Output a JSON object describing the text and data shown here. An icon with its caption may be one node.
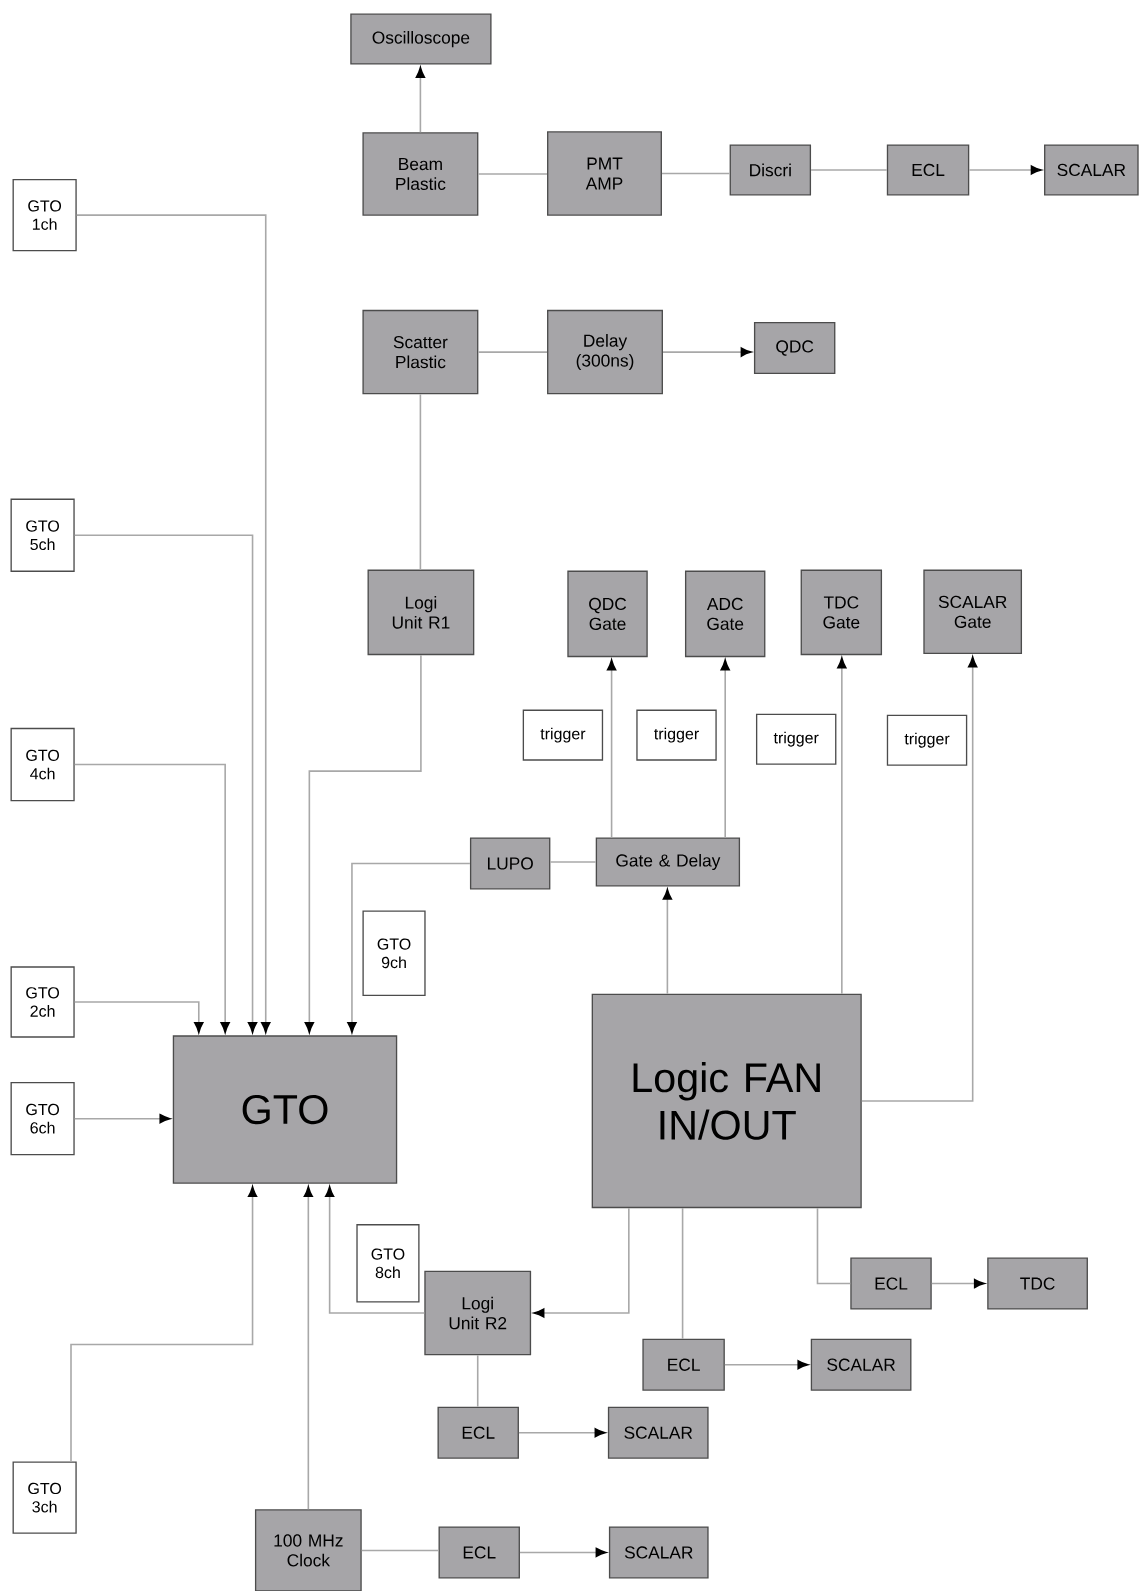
{
  "diagram": {
    "nodes": [
      {
        "text": [
          "Oscilloscope"
        ]
      },
      {
        "text": [
          "Beam Plastic"
        ]
      },
      {
        "text": [
          "PMT AMP"
        ]
      },
      {
        "text": [
          "Discri"
        ]
      },
      {
        "text": [
          "ECL"
        ]
      },
      {
        "text": [
          "SCALAR"
        ]
      },
      {
        "text": [
          "GTO 1ch"
        ]
      },
      {
        "text": [
          "Scatter Plastic"
        ]
      },
      {
        "text": [
          "Delay (300ns)"
        ]
      },
      {
        "text": [
          "QDC"
        ]
      },
      {
        "text": [
          "GTO 5ch"
        ]
      },
      {
        "text": [
          "Logi Unit R1"
        ]
      },
      {
        "text": [
          "QDC Gate"
        ]
      },
      {
        "text": [
          "ADC Gate"
        ]
      },
      {
        "text": [
          "TDC Gate"
        ]
      },
      {
        "text": [
          "SCALAR Gate"
        ]
      },
      {
        "text": [
          "GTO 4ch"
        ]
      },
      {
        "text": [
          "trigger"
        ]
      },
      {
        "text": [
          "trigger"
        ]
      },
      {
        "text": [
          "trigger"
        ]
      },
      {
        "text": [
          "trigger"
        ]
      },
      {
        "text": [
          "LUPO"
        ]
      },
      {
        "text": [
          "Gate & Delay"
        ]
      },
      {
        "text": [
          "GTO 9ch"
        ]
      },
      {
        "text": [
          "GTO 2ch"
        ]
      },
      {
        "text": [
          "Logic FAN IN/OUT"
        ]
      },
      {
        "text": [
          "GTO"
        ]
      },
      {
        "text": [
          "GTO 6ch"
        ]
      },
      {
        "text": [
          "GTO 8ch"
        ]
      },
      {
        "text": [
          "Logi Unit R2"
        ]
      },
      {
        "text": [
          "ECL"
        ]
      },
      {
        "text": [
          "TDC"
        ]
      },
      {
        "text": [
          "ECL"
        ]
      },
      {
        "text": [
          "SCALAR"
        ]
      },
      {
        "text": [
          "ECL"
        ]
      },
      {
        "text": [
          "SCALAR"
        ]
      },
      {
        "text": [
          "GTO 3ch"
        ]
      },
      {
        "text": [
          "100 MHz Clock"
        ]
      },
      {
        "text": [
          "ECL"
        ]
      },
      {
        "text": [
          "SCALAR"
        ]
      }
    ],
    "edges": [
      {
        "from": 1,
        "to": 0,
        "arrow": "to"
      },
      {
        "from": 1,
        "to": 2,
        "arrow": "none"
      },
      {
        "from": 2,
        "to": 3,
        "arrow": "none"
      },
      {
        "from": 3,
        "to": 4,
        "arrow": "none"
      },
      {
        "from": 4,
        "to": 5,
        "arrow": "to"
      },
      {
        "from": 7,
        "to": 8,
        "arrow": "none"
      },
      {
        "from": 8,
        "to": 9,
        "arrow": "to"
      },
      {
        "from": 7,
        "to": 11,
        "arrow": "none"
      },
      {
        "from": 6,
        "to": 26,
        "arrow": "to"
      },
      {
        "from": 10,
        "to": 26,
        "arrow": "to"
      },
      {
        "from": 16,
        "to": 26,
        "arrow": "to"
      },
      {
        "from": 24,
        "to": 26,
        "arrow": "to"
      },
      {
        "from": 27,
        "to": 26,
        "arrow": "to"
      },
      {
        "from": 11,
        "to": 26,
        "arrow": "to"
      },
      {
        "from": 21,
        "to": 26,
        "arrow": "to"
      },
      {
        "from": 22,
        "to": 21,
        "arrow": "none"
      },
      {
        "from": 22,
        "to": 12,
        "arrow": "to"
      },
      {
        "from": 22,
        "to": 13,
        "arrow": "to"
      },
      {
        "from": 25,
        "to": 22,
        "arrow": "to"
      },
      {
        "from": 25,
        "to": 14,
        "arrow": "to"
      },
      {
        "from": 25,
        "to": 15,
        "arrow": "to"
      },
      {
        "from": 25,
        "to": 29,
        "arrow": "to"
      },
      {
        "from": 29,
        "to": 26,
        "arrow": "to"
      },
      {
        "from": 36,
        "to": 26,
        "arrow": "to"
      },
      {
        "from": 37,
        "to": 26,
        "arrow": "to"
      },
      {
        "from": 25,
        "to": 32,
        "arrow": "none"
      },
      {
        "from": 25,
        "to": 30,
        "arrow": "none"
      },
      {
        "from": 30,
        "to": 31,
        "arrow": "to"
      },
      {
        "from": 32,
        "to": 33,
        "arrow": "to"
      },
      {
        "from": 29,
        "to": 34,
        "arrow": "none"
      },
      {
        "from": 34,
        "to": 35,
        "arrow": "to"
      },
      {
        "from": 37,
        "to": 38,
        "arrow": "none"
      },
      {
        "from": 38,
        "to": 39,
        "arrow": "to"
      }
    ]
  }
}
